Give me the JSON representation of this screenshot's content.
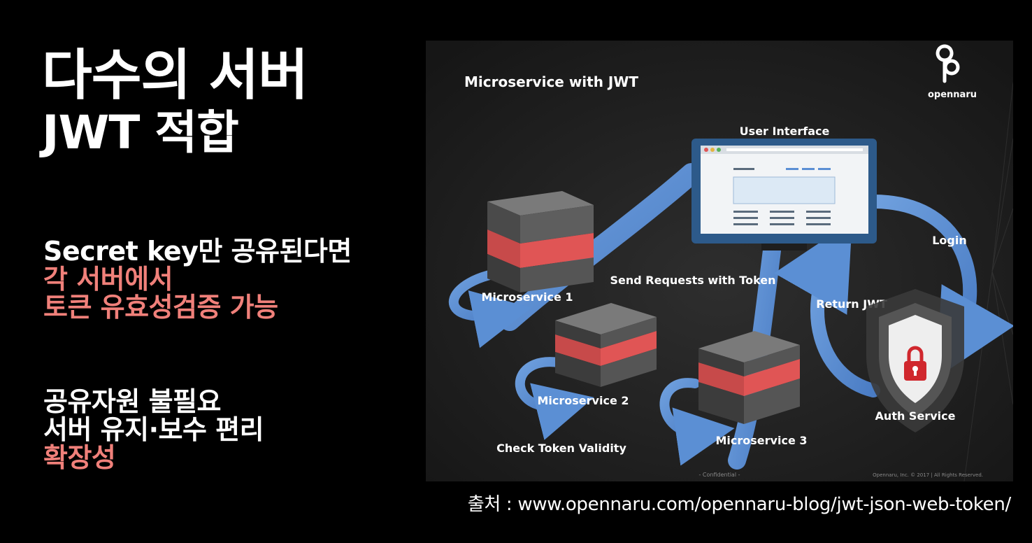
{
  "slide": {
    "title_line1": "다수의 서버",
    "title_line2": "JWT 적합",
    "block1": [
      "Secret key만 공유된다면",
      "각 서버에서",
      "토큰 유효성검증 가능"
    ],
    "block2": [
      "공유자원 불필요",
      "서버 유지·보수 편리",
      "확장성"
    ],
    "source": "출처 :  www.opennaru.com/opennaru-blog/jwt-json-web-token/"
  },
  "diagram": {
    "title": "Microservice with JWT",
    "brand": "opennaru",
    "labels": {
      "user_interface": "User Interface",
      "login": "Login",
      "send_requests": "Send Requests with Token",
      "return_jwt": "Return JWT",
      "microservice1": "Microservice 1",
      "microservice2": "Microservice 2",
      "microservice3": "Microservice 3",
      "check_token": "Check Token Validity",
      "auth_service": "Auth Service"
    },
    "footer_center": "- Confidential -",
    "footer_right": "Opennaru, Inc. © 2017 | All Rights Reserved."
  },
  "colors": {
    "background": "#000000",
    "accent_pink": "#f0807a",
    "diagram_bg": "#212121",
    "arrow_blue": "#5b8fd4",
    "server_red": "#e05555",
    "server_gray": "#6a6a6a",
    "lock_red": "#d0272d"
  },
  "icons": [
    "opennaru-logo-icon",
    "lock-icon",
    "shield-icon",
    "browser-window-icon"
  ]
}
